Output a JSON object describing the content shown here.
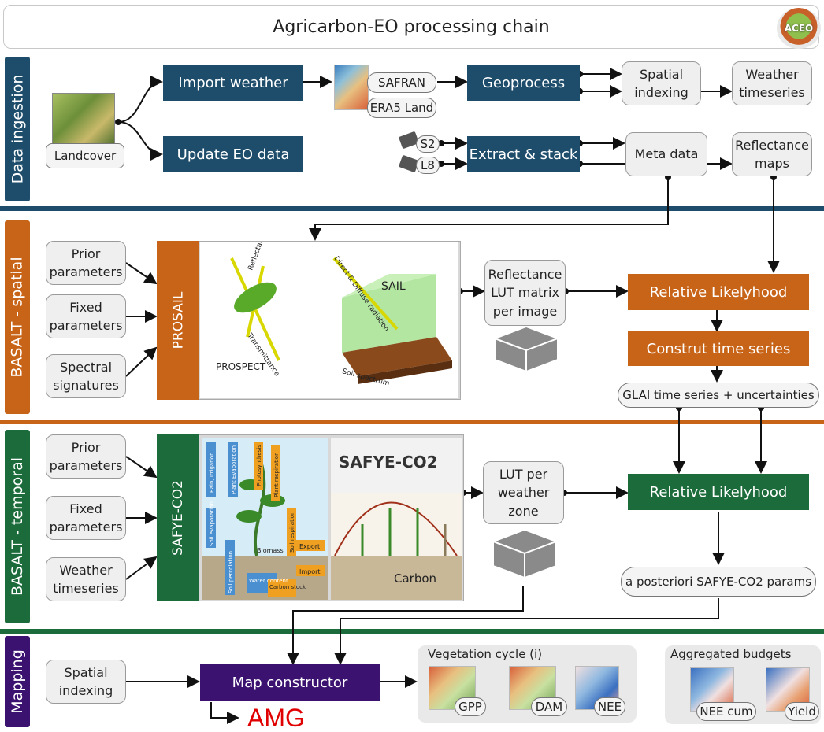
{
  "title": "Agricarbon-EO processing chain",
  "logo_text": "ACEO",
  "colors": {
    "ingestion": "#1e4d6b",
    "spatial": "#c86418",
    "temporal": "#1c6b3a",
    "mapping": "#3b1270",
    "amg": "#e00000"
  },
  "lanes": {
    "ingestion": "Data ingestion",
    "spatial": "BASALT - spatial",
    "temporal": "BASALT - temporal",
    "mapping": "Mapping"
  },
  "ingestion": {
    "landcover": "Landcover",
    "import_weather": "Import weather",
    "update_eo": "Update EO data",
    "safran": "SAFRAN",
    "era5": "ERA5 Land",
    "geoprocess": "Geoprocess",
    "spatial_indexing": "Spatial indexing",
    "weather_timeseries": "Weather timeseries",
    "s2": "S2",
    "l8": "L8",
    "extract_stack": "Extract & stack",
    "meta_data": "Meta data",
    "reflectance_maps": "Reflectance maps"
  },
  "spatial": {
    "prior": "Prior parameters",
    "fixed": "Fixed parameters",
    "spectral": "Spectral signatures",
    "prosail": "PROSAIL",
    "labels": {
      "reflectance": "Reflectance",
      "transmittance": "Transmittance",
      "prospect": "PROSPECT",
      "sail": "SAIL",
      "direct_diffuse": "Direct & Diffuse radiation",
      "soil_spectrum": "Soil spectrum"
    },
    "lut": "Reflectance LUT matrix per image",
    "relative_likelihood": "Relative Likelyhood",
    "construct_ts": "Construt time series",
    "glai": "GLAI time series + uncertainties"
  },
  "temporal": {
    "prior": "Prior parameters",
    "fixed": "Fixed parameters",
    "weather": "Weather timeseries",
    "safye": "SAFYE-CO2",
    "safye_title": "SAFYE-CO2",
    "labels": {
      "rain": "Rain, Irrigation",
      "plant_evap": "Plant Evaporation",
      "photosynthesis": "Photosynthesis",
      "plant_resp": "Plant respiration",
      "soil_evap": "Soil evaporation",
      "soil_perc": "Soil percolation",
      "water": "Water content",
      "biomass": "Biomass",
      "soil_resp": "Soil respiration",
      "export": "Export",
      "import": "Import",
      "carbon_stock": "Carbon stock",
      "carbon": "Carbon"
    },
    "lut": "LUT per weather zone",
    "relative_likelihood": "Relative Likelyhood",
    "posteriori": "a posteriori SAFYE-CO2 params"
  },
  "mapping": {
    "spatial_indexing": "Spatial indexing",
    "map_constructor": "Map constructor",
    "amg": "AMG",
    "veg_cycle_title": "Vegetation cycle (i)",
    "gpp": "GPP",
    "dam": "DAM",
    "nee": "NEE",
    "aggregated_title": "Aggregated budgets",
    "nee_cum": "NEE cum",
    "yield": "Yield"
  }
}
